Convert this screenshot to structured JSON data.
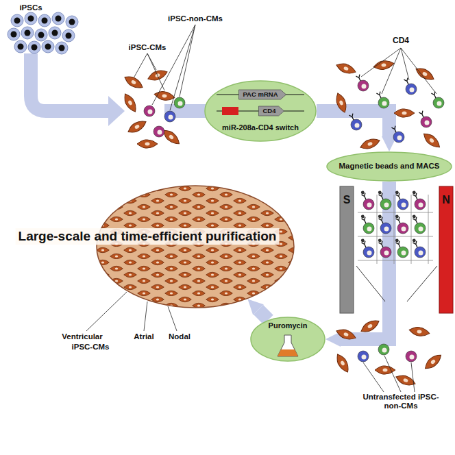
{
  "diagram": {
    "nodes": [
      {
        "text": [
          "PAC mRNA",
          "CD4",
          "miR-208a-CD4 switch"
        ]
      },
      {
        "text": [
          "Magnetic beads and MACS"
        ]
      },
      {
        "text": [
          "S"
        ]
      },
      {
        "text": [
          "N"
        ]
      },
      {
        "text": [
          "Puromycin"
        ]
      },
      {
        "text": [
          "Large-scale and time-efficient purification"
        ]
      }
    ],
    "edges": [
      {
        "from": 0,
        "to": 1,
        "arrow": "to"
      },
      {
        "from": 1,
        "to": 4,
        "arrow": "to"
      },
      {
        "from": 4,
        "to": 5,
        "arrow": "to"
      }
    ],
    "labels": [
      "iPSCs",
      "iPSC-CMs",
      "iPSC-non-CMs",
      "CD4",
      "Untransfected iPSC-non-CMs",
      "Ventricular",
      "Atrial",
      "Nodal",
      "iPSC-CMs"
    ]
  }
}
